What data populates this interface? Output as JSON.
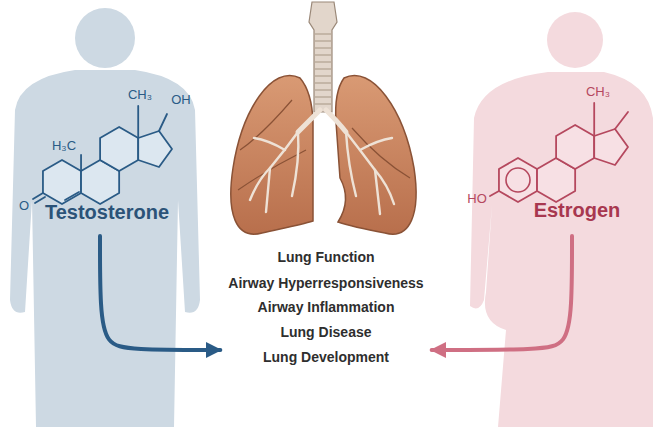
{
  "diagram": {
    "nodes": [
      {
        "text": [
          "Testosterone"
        ]
      },
      {
        "text": [
          "Lung Function",
          "Airway Hyperresponsiveness",
          "Airway Inflammation",
          "Lung Disease",
          "Lung Development"
        ]
      },
      {
        "text": [
          "Estrogen"
        ]
      }
    ],
    "edges": [
      {
        "from": 0,
        "to": 1,
        "arrow": "to"
      },
      {
        "from": 2,
        "to": 1,
        "arrow": "to"
      }
    ],
    "labels": [
      "H₃C",
      "CH₃",
      "OH",
      "O",
      "HO",
      "CH₃"
    ]
  }
}
